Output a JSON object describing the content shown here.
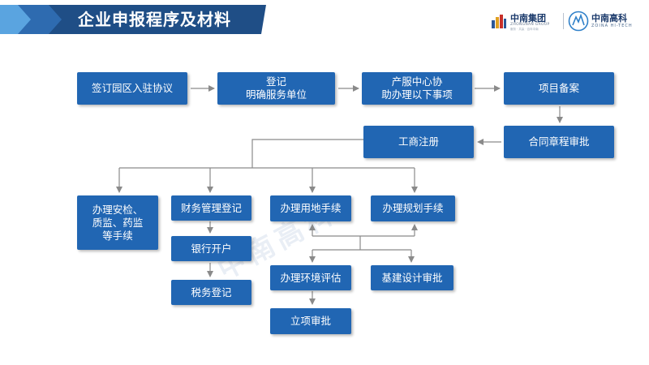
{
  "title": "企业申报程序及材料",
  "logos": {
    "left": {
      "name": "中南集团",
      "subtitle": "ZHONGNAN GROUP",
      "tagline": "服务 · 共赢 · 百年中南"
    },
    "right": {
      "name": "中南高科",
      "subtitle": "ZOINA HI-TECH"
    }
  },
  "watermark": "中南高科",
  "colors": {
    "box": "#2166b3",
    "banner": "#1f4e86",
    "connector": "#8a8a8a"
  },
  "steps": {
    "sign_agreement": "签订园区入驻协议",
    "register": "登记\n明确服务单位",
    "center_assist": "产服中心协\n助办理以下事项",
    "project_filing": "项目备案",
    "contract_approval": "合同章程审批",
    "business_registration": "工商注册",
    "safety_inspection": "办理安检、\n质监、药监\n等手续",
    "financial_registration": "财务管理登记",
    "land_procedures": "办理用地手续",
    "planning_procedures": "办理规划手续",
    "bank_account": "银行开户",
    "tax_registration": "税务登记",
    "environmental_assessment": "办理环境评估",
    "design_approval": "基建设计审批",
    "project_approval": "立项审批"
  }
}
